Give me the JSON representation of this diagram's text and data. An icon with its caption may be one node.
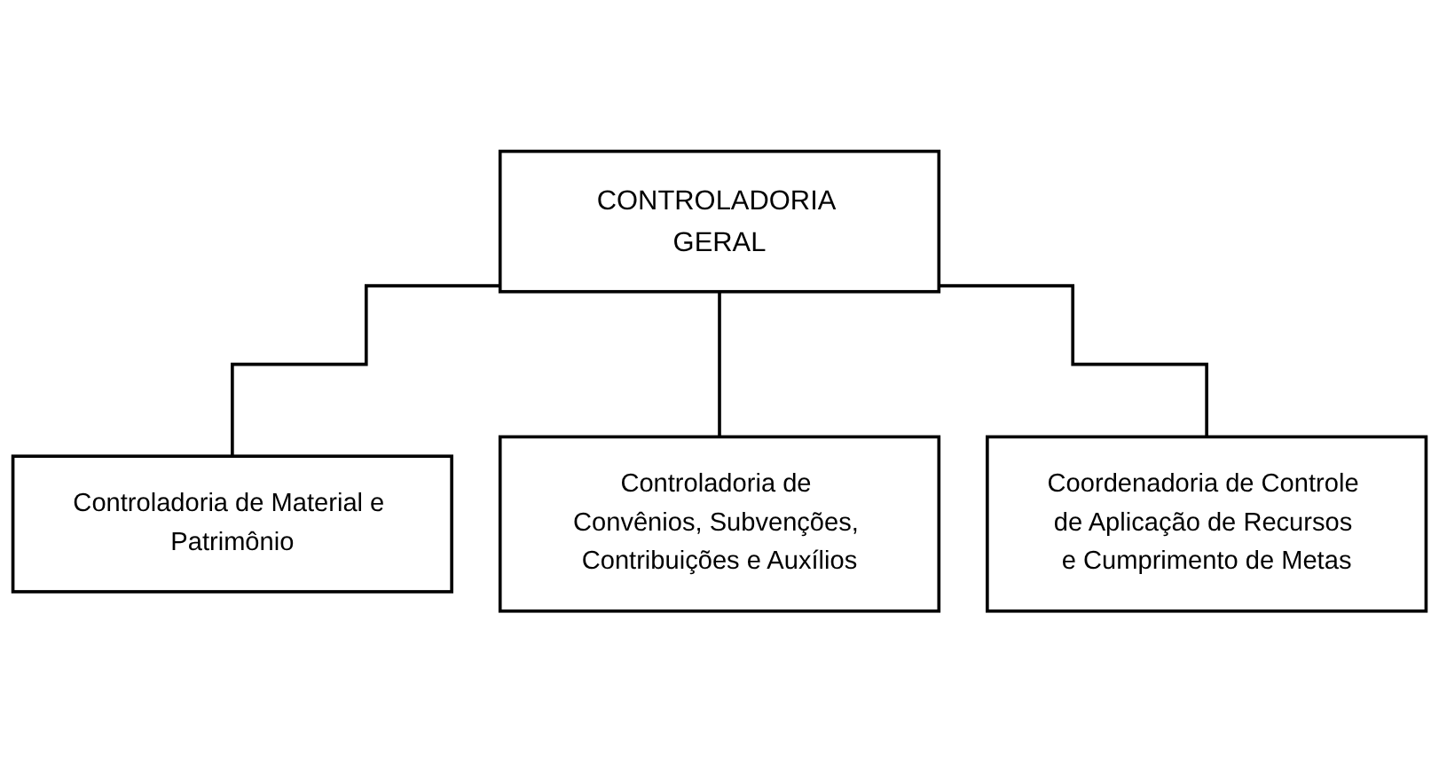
{
  "diagram": {
    "nodes": [
      {
        "text": [
          "CONTROLADORIA GERAL"
        ]
      },
      {
        "text": [
          "Controladoria de Material e Patrimônio"
        ]
      },
      {
        "text": [
          "Controladoria de Convênios, Subvenções, Contribuições e Auxílios"
        ]
      },
      {
        "text": [
          "Coordenadoria de Controle de Aplicação de Recursos e Cumprimento de Metas"
        ]
      }
    ],
    "edges": [
      {
        "from": 0,
        "to": 1,
        "arrow": "none"
      },
      {
        "from": 0,
        "to": 2,
        "arrow": "none"
      },
      {
        "from": 0,
        "to": 3,
        "arrow": "none"
      }
    ]
  }
}
